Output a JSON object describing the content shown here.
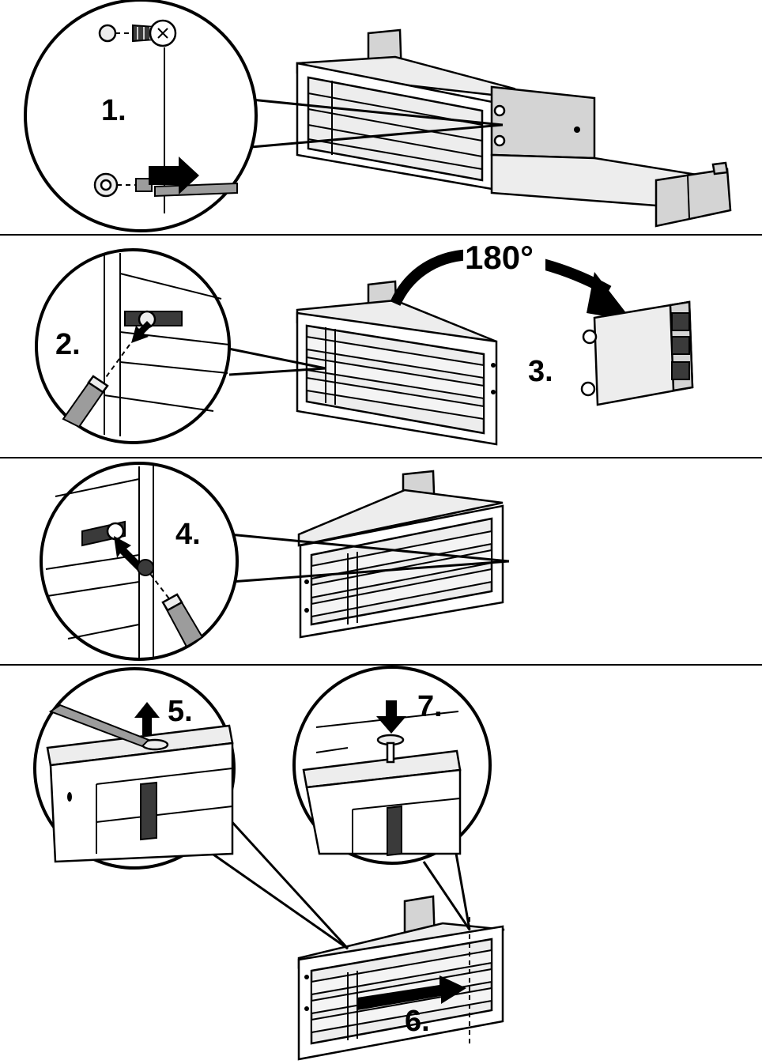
{
  "steps": {
    "step1": "1.",
    "step2": "2.",
    "step3": "3.",
    "step4": "4.",
    "step5": "5.",
    "step6": "6.",
    "step7": "7."
  },
  "rotation": {
    "label": "180°"
  },
  "colors": {
    "ink": "#000000",
    "paper": "#ffffff",
    "metal_light": "#ededed",
    "metal_mid": "#d4d4d4",
    "metal_dark": "#9c9c9c"
  }
}
